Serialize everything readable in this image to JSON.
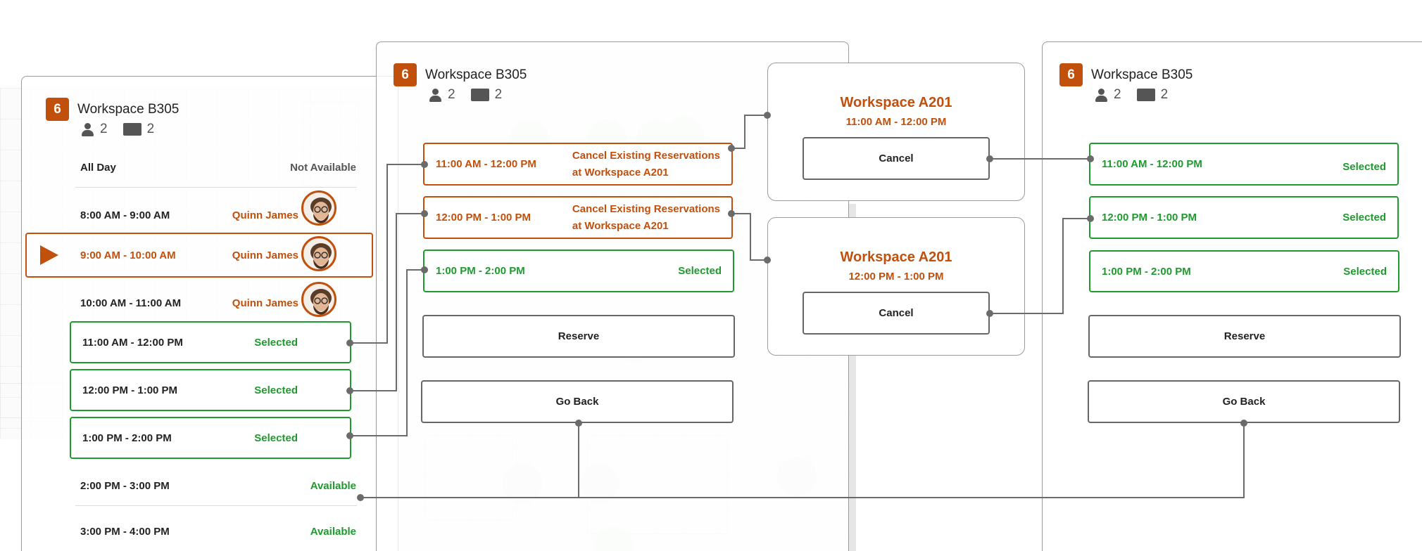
{
  "workspace": {
    "badge": "6",
    "name": "Workspace B305",
    "people": "2",
    "screens": "2"
  },
  "left_panel": {
    "all_day_label": "All Day",
    "all_day_status": "Not Available",
    "booked_rows": [
      {
        "time": "8:00 AM - 9:00 AM",
        "person": "Quinn James"
      },
      {
        "time": "9:00 AM - 10:00 AM",
        "person": "Quinn James"
      },
      {
        "time": "10:00 AM - 11:00 AM",
        "person": "Quinn James"
      }
    ],
    "selected_rows": [
      {
        "time": "11:00 AM - 12:00 PM",
        "status": "Selected"
      },
      {
        "time": "12:00 PM - 1:00 PM",
        "status": "Selected"
      },
      {
        "time": "1:00 PM - 2:00 PM",
        "status": "Selected"
      }
    ],
    "available_rows": [
      {
        "time": "2:00 PM - 3:00 PM",
        "status": "Available"
      },
      {
        "time": "3:00 PM - 4:00 PM",
        "status": "Available"
      }
    ]
  },
  "middle_panel": {
    "conflict_slots": [
      {
        "time": "11:00 AM - 12:00 PM",
        "action_line1": "Cancel Existing Reservations",
        "action_line2": "at Workspace A201"
      },
      {
        "time": "12:00 PM - 1:00 PM",
        "action_line1": "Cancel Existing Reservations",
        "action_line2": "at Workspace A201"
      }
    ],
    "selected_slot": {
      "time": "1:00 PM - 2:00 PM",
      "status": "Selected"
    },
    "reserve_label": "Reserve",
    "go_back_label": "Go Back"
  },
  "popups": [
    {
      "title": "Workspace A201",
      "time": "11:00 AM - 12:00 PM",
      "cancel_label": "Cancel"
    },
    {
      "title": "Workspace A201",
      "time": "12:00 PM - 1:00 PM",
      "cancel_label": "Cancel"
    }
  ],
  "right_panel": {
    "slots": [
      {
        "time": "11:00 AM - 12:00 PM",
        "status": "Selected"
      },
      {
        "time": "12:00 PM - 1:00 PM",
        "status": "Selected"
      },
      {
        "time": "1:00 PM - 2:00 PM",
        "status": "Selected"
      }
    ],
    "reserve_label": "Reserve",
    "go_back_label": "Go Back"
  },
  "colors": {
    "accent_orange": "#c0500c",
    "selected_green": "#1e9a2e",
    "connector_grey": "#6b6b6b"
  }
}
